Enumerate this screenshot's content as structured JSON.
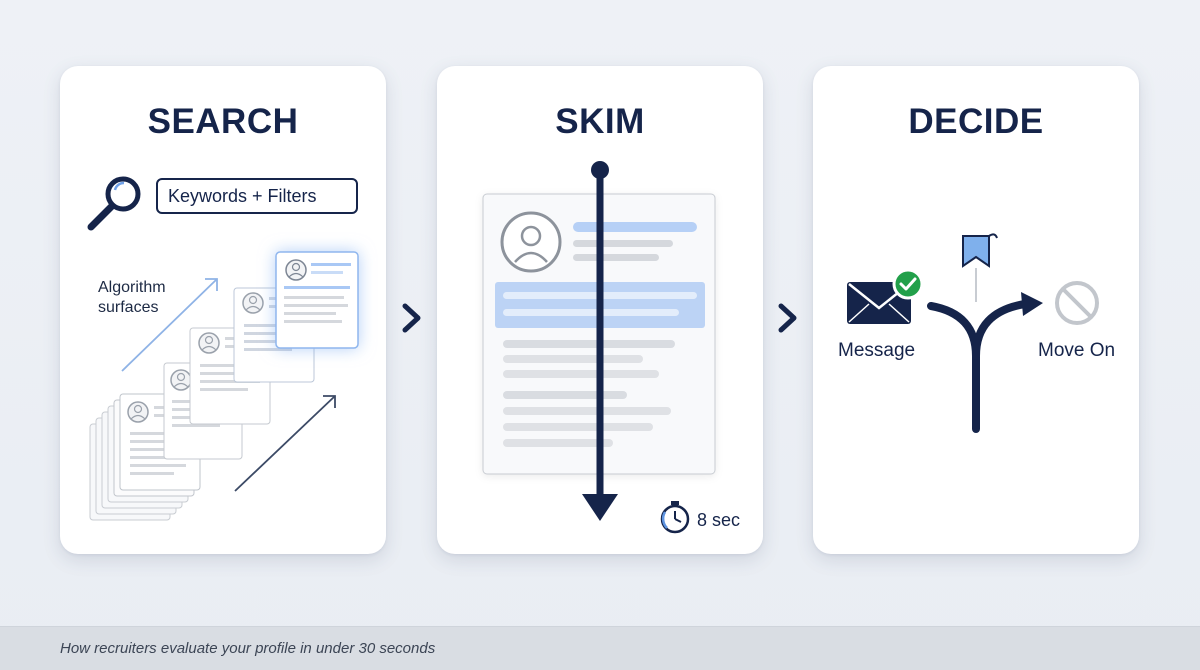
{
  "panels": [
    {
      "title": "SEARCH",
      "search_field": "Keywords + Filters",
      "annotation": "Algorithm surfaces"
    },
    {
      "title": "SKIM",
      "timer": "8 sec"
    },
    {
      "title": "DECIDE",
      "options": {
        "left": "Message",
        "right": "Move On"
      }
    }
  ],
  "caption": "How recruiters evaluate your profile in under 30 seconds",
  "colors": {
    "navy": "#15244a",
    "accent_blue": "#a9c8f5",
    "success_green": "#22a04a",
    "muted_gray": "#c2c6cc"
  },
  "icons": [
    "magnifier-icon",
    "profile-card-icon",
    "stopwatch-icon",
    "envelope-icon",
    "checkmark-icon",
    "bookmark-icon",
    "no-entry-icon",
    "chevron-right-icon"
  ]
}
